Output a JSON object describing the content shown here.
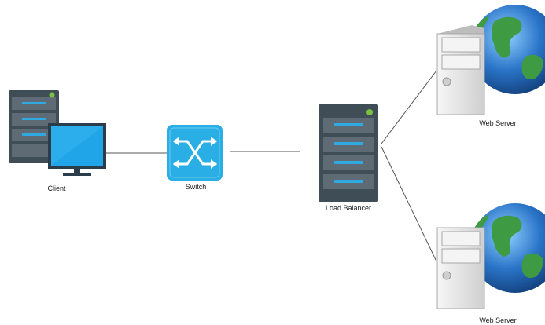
{
  "nodes": {
    "client": {
      "label": "Client",
      "icon": "client-computer-icon"
    },
    "switch": {
      "label": "Switch",
      "icon": "network-switch-icon"
    },
    "load_balancer": {
      "label": "Load Balancer",
      "icon": "server-rack-icon"
    },
    "web_server_1": {
      "label": "Web Server",
      "icon": "web-server-globe-icon"
    },
    "web_server_2": {
      "label": "Web Server",
      "icon": "web-server-globe-icon"
    }
  },
  "edges": [
    {
      "from": "client",
      "to": "switch"
    },
    {
      "from": "switch",
      "to": "load_balancer"
    },
    {
      "from": "load_balancer",
      "to": "web_server_1"
    },
    {
      "from": "load_balancer",
      "to": "web_server_2"
    }
  ],
  "colors": {
    "rack_dark": "#3f4d57",
    "rack_slot": "#5e6b74",
    "rack_led": "#30a8e0",
    "status_green": "#7ac143",
    "monitor_blue": "#1fa5e8",
    "switch_blue": "#29aee6",
    "globe_blue": "#2a74c8",
    "globe_green": "#3f9a44",
    "server_case": "#e9e9e9"
  }
}
